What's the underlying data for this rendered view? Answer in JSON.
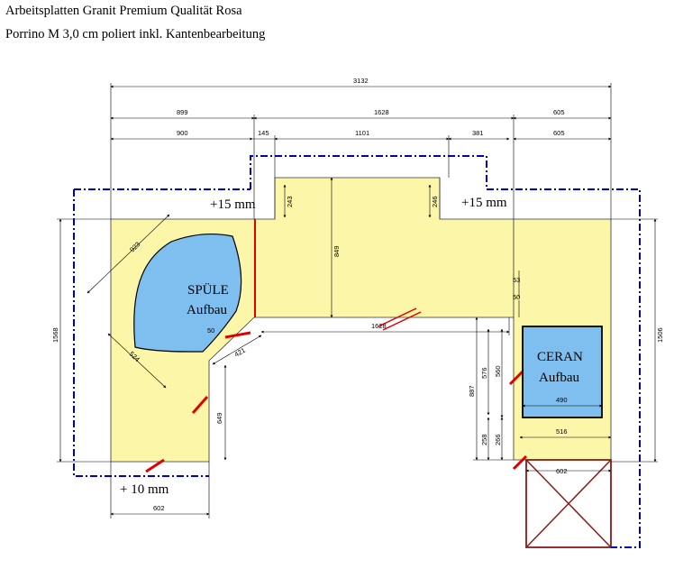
{
  "header": {
    "line1": "Arbeitsplatten Granit Premium Qualität Rosa",
    "line2": "Porrino M 3,0 cm poliert inkl. Kantenbearbeitung"
  },
  "colors": {
    "worktop": "#fbf6a8",
    "cutout": "#7fbff0",
    "dashed_outline": "#0000cc",
    "seam": "#e00000",
    "crossed_box": "#8b1a1a",
    "dimension": "#000000"
  },
  "labels": {
    "sink": "SPÜLE",
    "sink_sub": "Aufbau",
    "hob": "CERAN",
    "hob_sub": "Aufbau",
    "plus15_left": "+15 mm",
    "plus15_right": "+15 mm",
    "plus10": "+ 10 mm"
  },
  "dimensions": {
    "total_width": "3132",
    "top_left": "899",
    "top_mid": "1628",
    "top_right": "605",
    "row2_left": "900",
    "row2_a": "145",
    "row2_mid": "1101",
    "row2_b": "381",
    "row2_right": "605",
    "notch_left": "243",
    "notch_right": "246",
    "center_depth": "849",
    "inner_length": "1628",
    "sink_diag": "923",
    "sink_lower": "524",
    "corner_small": "50",
    "corner_421": "421",
    "left_height": "1568",
    "right_height": "1506",
    "leg_649": "649",
    "bottom_602": "602",
    "r_53": "53",
    "r_50": "50",
    "r_887": "887",
    "r_576": "576",
    "r_560": "560",
    "r_258": "258",
    "r_266": "266",
    "hob_490": "490",
    "hob_516": "516",
    "box_602": "602"
  }
}
